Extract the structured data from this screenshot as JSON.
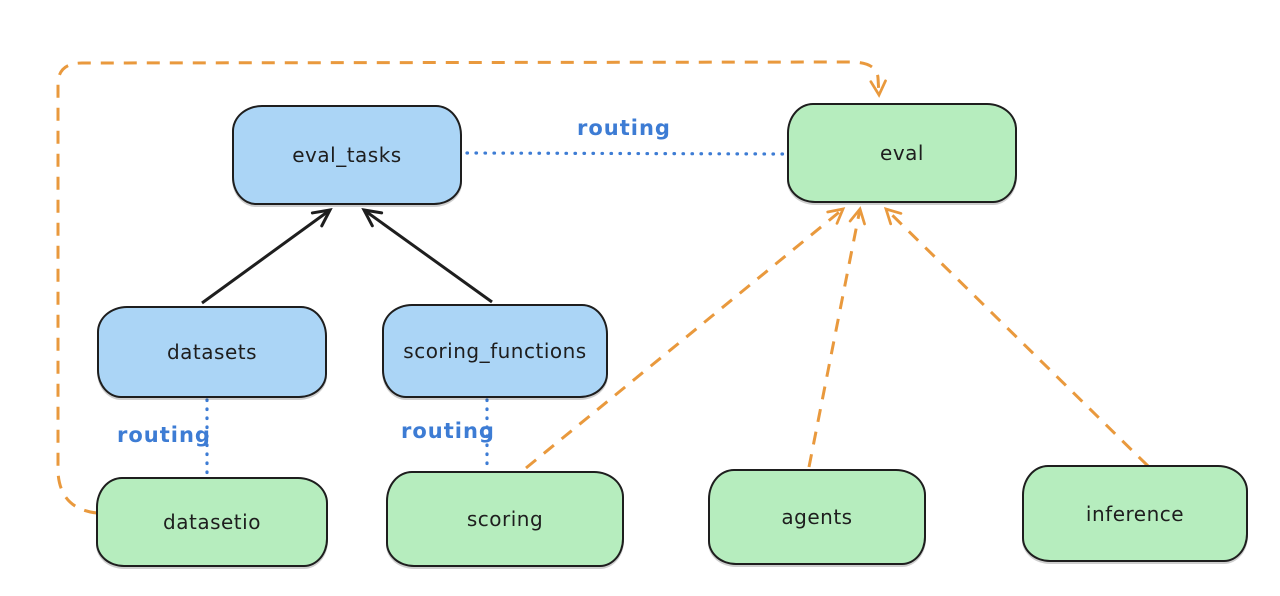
{
  "labels": {
    "routing": "routing"
  },
  "nodes": {
    "eval_tasks": {
      "label": "eval_tasks",
      "color": "blue"
    },
    "eval": {
      "label": "eval",
      "color": "green"
    },
    "datasets": {
      "label": "datasets",
      "color": "blue"
    },
    "scoring_functions": {
      "label": "scoring_functions",
      "color": "blue"
    },
    "datasetio": {
      "label": "datasetio",
      "color": "green"
    },
    "scoring": {
      "label": "scoring",
      "color": "green"
    },
    "agents": {
      "label": "agents",
      "color": "green"
    },
    "inference": {
      "label": "inference",
      "color": "green"
    }
  },
  "edges": [
    {
      "from": "datasets",
      "to": "eval_tasks",
      "style": "solid-arrow",
      "color": "black"
    },
    {
      "from": "scoring_functions",
      "to": "eval_tasks",
      "style": "solid-arrow",
      "color": "black"
    },
    {
      "from": "eval_tasks",
      "to": "eval",
      "style": "dotted-line",
      "color": "blue",
      "label": "routing"
    },
    {
      "from": "datasets",
      "to": "datasetio",
      "style": "dotted-line",
      "color": "blue",
      "label": "routing"
    },
    {
      "from": "scoring_functions",
      "to": "scoring",
      "style": "dotted-line",
      "color": "blue",
      "label": "routing"
    },
    {
      "from": "datasetio",
      "to": "eval",
      "style": "dashed-arrow",
      "color": "orange"
    },
    {
      "from": "scoring",
      "to": "eval",
      "style": "dashed-arrow",
      "color": "orange"
    },
    {
      "from": "agents",
      "to": "eval",
      "style": "dashed-arrow",
      "color": "orange"
    },
    {
      "from": "inference",
      "to": "eval",
      "style": "dashed-arrow",
      "color": "orange"
    }
  ],
  "colors": {
    "node_blue_fill": "#abd5f6",
    "node_green_fill": "#b6edbe",
    "stroke": "#1e1e1e",
    "routing_blue": "#3d7cd4",
    "orange": "#e9993d",
    "background": "#ffffff"
  }
}
